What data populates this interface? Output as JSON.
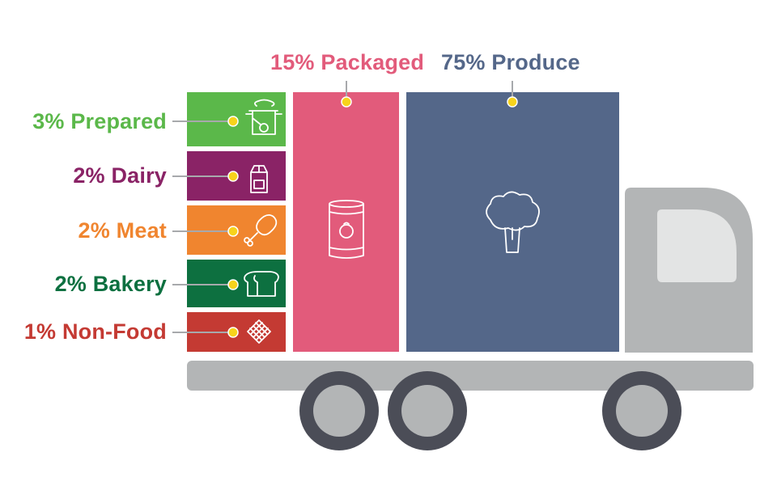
{
  "categories": [
    {
      "key": "prepared",
      "label": "3% Prepared",
      "percent": 3,
      "color": "#5bb84a",
      "icon": "cooking-pot-icon"
    },
    {
      "key": "dairy",
      "label": "2% Dairy",
      "percent": 2,
      "color": "#8a2366",
      "icon": "milk-carton-icon"
    },
    {
      "key": "meat",
      "label": "2% Meat",
      "percent": 2,
      "color": "#f0852f",
      "icon": "drumstick-icon"
    },
    {
      "key": "bakery",
      "label": "2% Bakery",
      "percent": 2,
      "color": "#0d7040",
      "icon": "bread-loaf-icon"
    },
    {
      "key": "nonfood",
      "label": "1% Non-Food",
      "percent": 1,
      "color": "#c43a33",
      "icon": "sponge-icon"
    },
    {
      "key": "packaged",
      "label": "15% Packaged",
      "percent": 15,
      "color": "#e25b7b",
      "icon": "tomato-can-icon"
    },
    {
      "key": "produce",
      "label": "75% Produce",
      "percent": 75,
      "color": "#546789",
      "icon": "broccoli-icon"
    }
  ],
  "colors": {
    "truck": "#b3b5b6",
    "window": "#e3e4e4",
    "wheel_outer": "#4b4d57",
    "wheel_inner": "#b3b5b6",
    "dot": "#f7d31c",
    "connector": "#a7a9ac"
  }
}
